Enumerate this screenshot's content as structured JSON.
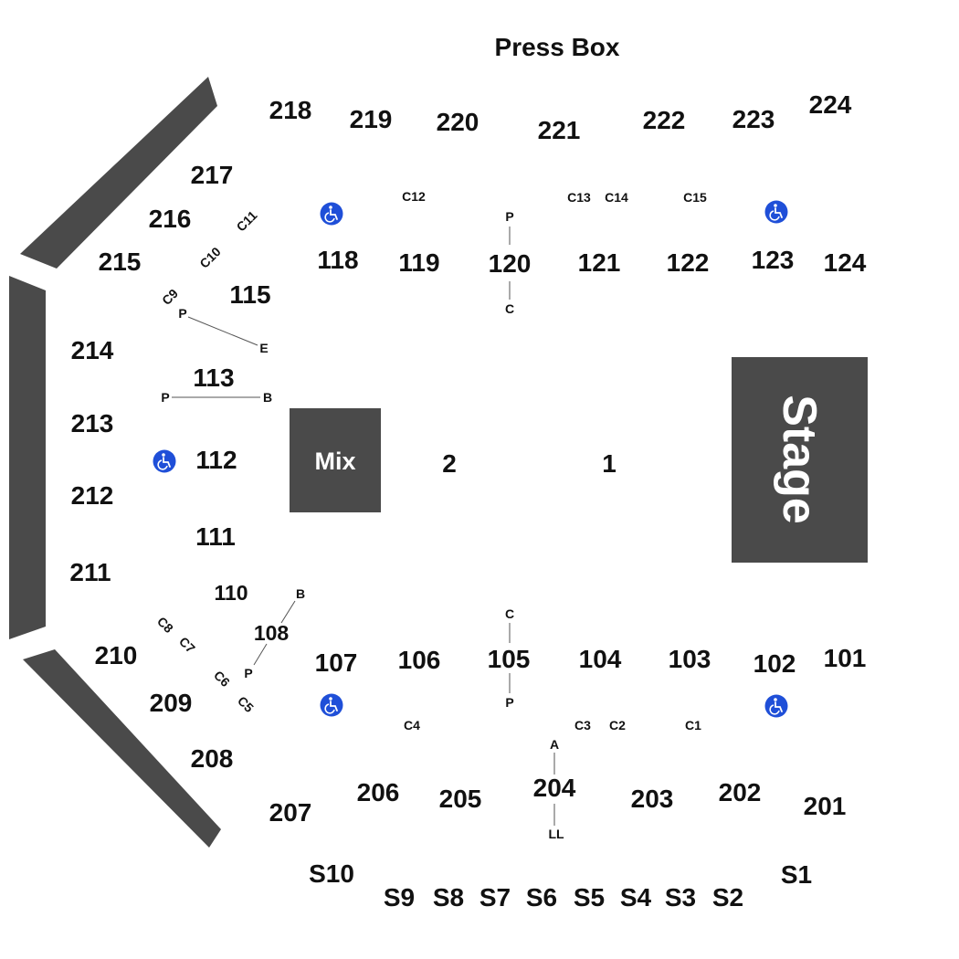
{
  "title": "Press Box",
  "colors": {
    "wall": "#4a4a4a",
    "block": "#4a4a4a",
    "ada": "#1f4fd8",
    "text": "#111111"
  },
  "stage": {
    "label": "Stage"
  },
  "mix": {
    "label": "Mix"
  },
  "floor": [
    {
      "label": "1"
    },
    {
      "label": "2"
    }
  ],
  "sections": [
    {
      "label": "218"
    },
    {
      "label": "219"
    },
    {
      "label": "220"
    },
    {
      "label": "221"
    },
    {
      "label": "222"
    },
    {
      "label": "223"
    },
    {
      "label": "224"
    },
    {
      "label": "217"
    },
    {
      "label": "216"
    },
    {
      "label": "215"
    },
    {
      "label": "214"
    },
    {
      "label": "213"
    },
    {
      "label": "212"
    },
    {
      "label": "211"
    },
    {
      "label": "210"
    },
    {
      "label": "209"
    },
    {
      "label": "208"
    },
    {
      "label": "207"
    },
    {
      "label": "206"
    },
    {
      "label": "205"
    },
    {
      "label": "204"
    },
    {
      "label": "203"
    },
    {
      "label": "202"
    },
    {
      "label": "201"
    },
    {
      "label": "118"
    },
    {
      "label": "119"
    },
    {
      "label": "120"
    },
    {
      "label": "121"
    },
    {
      "label": "122"
    },
    {
      "label": "123"
    },
    {
      "label": "124"
    },
    {
      "label": "115"
    },
    {
      "label": "113"
    },
    {
      "label": "112"
    },
    {
      "label": "111"
    },
    {
      "label": "107"
    },
    {
      "label": "106"
    },
    {
      "label": "105"
    },
    {
      "label": "104"
    },
    {
      "label": "103"
    },
    {
      "label": "102"
    },
    {
      "label": "101"
    }
  ],
  "suites": [
    {
      "label": "S10"
    },
    {
      "label": "S9"
    },
    {
      "label": "S8"
    },
    {
      "label": "S7"
    },
    {
      "label": "S6"
    },
    {
      "label": "S5"
    },
    {
      "label": "S4"
    },
    {
      "label": "S3"
    },
    {
      "label": "S2"
    },
    {
      "label": "S1"
    }
  ],
  "small_sections": [
    {
      "label": "110"
    },
    {
      "label": "108"
    }
  ],
  "small_labels": [
    {
      "label": "C12"
    },
    {
      "label": "C13"
    },
    {
      "label": "C14"
    },
    {
      "label": "C15"
    },
    {
      "label": "C11"
    },
    {
      "label": "C10"
    },
    {
      "label": "C9"
    },
    {
      "label": "P"
    },
    {
      "label": "E"
    },
    {
      "label": "P"
    },
    {
      "label": "B"
    },
    {
      "label": "P"
    },
    {
      "label": "C"
    },
    {
      "label": "C"
    },
    {
      "label": "P"
    },
    {
      "label": "B"
    },
    {
      "label": "P"
    },
    {
      "label": "C8"
    },
    {
      "label": "C7"
    },
    {
      "label": "C6"
    },
    {
      "label": "C5"
    },
    {
      "label": "C4"
    },
    {
      "label": "C3"
    },
    {
      "label": "C2"
    },
    {
      "label": "C1"
    },
    {
      "label": "A"
    },
    {
      "label": "LL"
    }
  ],
  "ada_icons": [
    {
      "icon": "wheelchair-icon"
    },
    {
      "icon": "wheelchair-icon"
    },
    {
      "icon": "wheelchair-icon"
    },
    {
      "icon": "wheelchair-icon"
    },
    {
      "icon": "wheelchair-icon"
    }
  ]
}
